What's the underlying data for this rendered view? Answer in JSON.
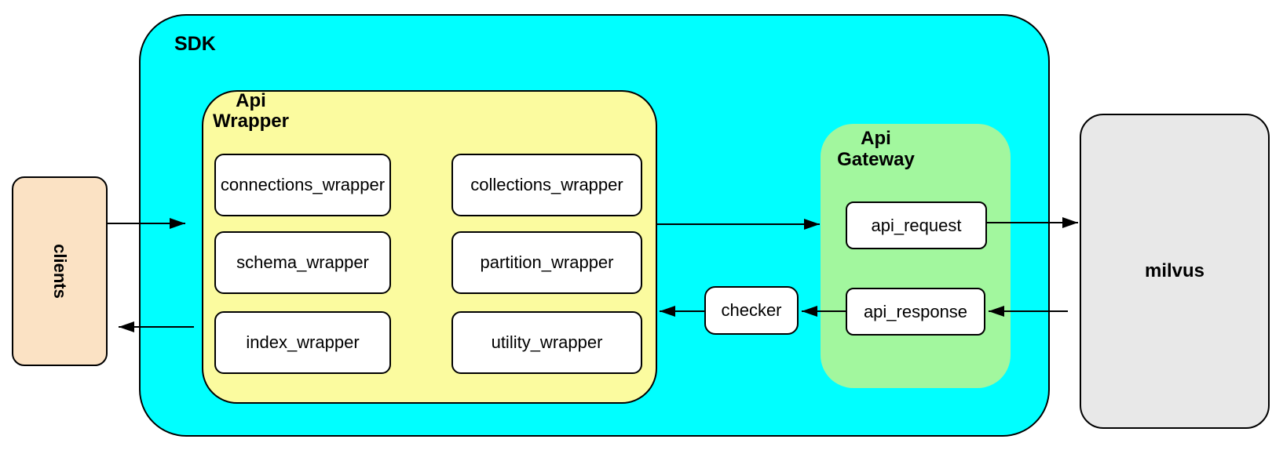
{
  "colors": {
    "sdk_fill": "#00FFFF",
    "api_wrapper_fill": "#FBFB9F",
    "api_gateway_fill": "#A2F79E",
    "clients_fill": "#FBE2C4",
    "milvus_fill": "#E8E8E8",
    "node_fill": "#FFFFFF",
    "border": "#000000"
  },
  "containers": {
    "sdk": {
      "label": "SDK"
    },
    "api_wrapper": {
      "label": "Api\nWrapper"
    },
    "api_gateway": {
      "label": "Api\nGateway"
    }
  },
  "nodes": {
    "clients": {
      "label": "clients"
    },
    "milvus": {
      "label": "milvus"
    },
    "connections_wrapper": {
      "label": "connections_wrapper"
    },
    "collections_wrapper": {
      "label": "collections_wrapper"
    },
    "schema_wrapper": {
      "label": "schema_wrapper"
    },
    "partition_wrapper": {
      "label": "partition_wrapper"
    },
    "index_wrapper": {
      "label": "index_wrapper"
    },
    "utility_wrapper": {
      "label": "utility_wrapper"
    },
    "checker": {
      "label": "checker"
    },
    "api_request": {
      "label": "api_request"
    },
    "api_response": {
      "label": "api_response"
    }
  },
  "edges": [
    {
      "from": "clients",
      "to": "SDK"
    },
    {
      "from": "Api Wrapper",
      "to": "Api Gateway"
    },
    {
      "from": "api_request",
      "to": "milvus"
    },
    {
      "from": "milvus",
      "to": "api_response"
    },
    {
      "from": "api_response",
      "to": "checker"
    },
    {
      "from": "checker",
      "to": "Api Wrapper"
    },
    {
      "from": "SDK",
      "to": "clients"
    }
  ]
}
